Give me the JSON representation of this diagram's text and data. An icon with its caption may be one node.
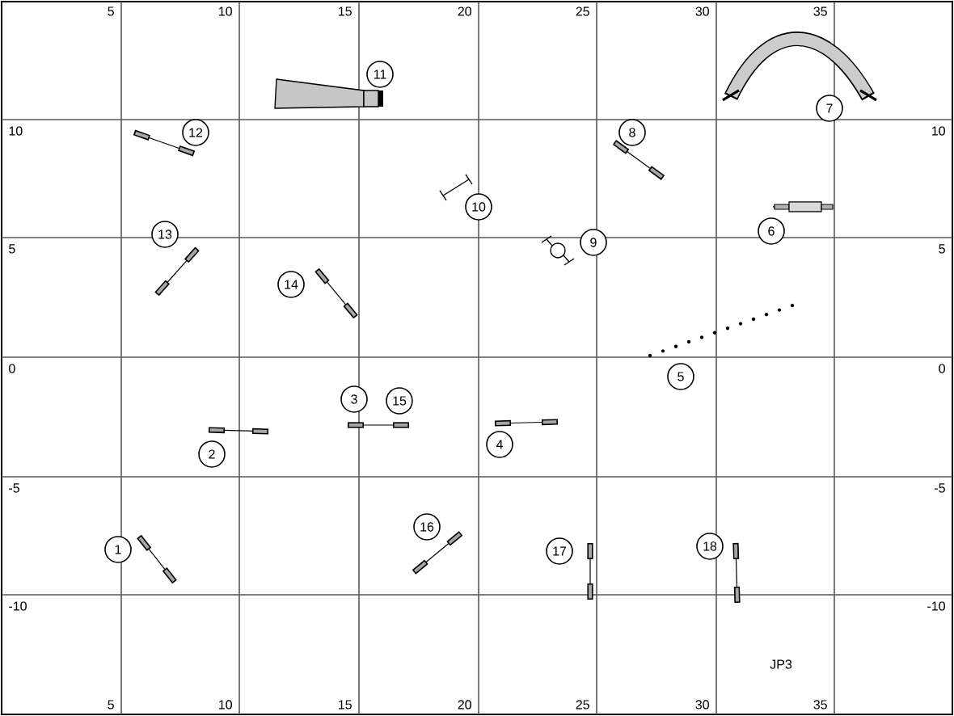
{
  "diagram": {
    "nodes": [
      {
        "text": [
          "1"
        ]
      },
      {
        "text": [
          "2"
        ]
      },
      {
        "text": [
          "3"
        ]
      },
      {
        "text": [
          "4"
        ]
      },
      {
        "text": [
          "5"
        ]
      },
      {
        "text": [
          "6"
        ]
      },
      {
        "text": [
          "7"
        ]
      },
      {
        "text": [
          "8"
        ]
      },
      {
        "text": [
          "9"
        ]
      },
      {
        "text": [
          "10"
        ]
      },
      {
        "text": [
          "11"
        ]
      },
      {
        "text": [
          "12"
        ]
      },
      {
        "text": [
          "13"
        ]
      },
      {
        "text": [
          "14"
        ]
      },
      {
        "text": [
          "15"
        ]
      },
      {
        "text": [
          "16"
        ]
      },
      {
        "text": [
          "17"
        ]
      },
      {
        "text": [
          "18"
        ]
      }
    ],
    "labels": [
      "5",
      "10",
      "15",
      "20",
      "25",
      "30",
      "35",
      "10",
      "10",
      "5",
      "5",
      "0",
      "0",
      "-5",
      "-5",
      "-10",
      "-10",
      "JP3",
      "5",
      "10",
      "15",
      "20",
      "25",
      "30",
      "35"
    ]
  }
}
